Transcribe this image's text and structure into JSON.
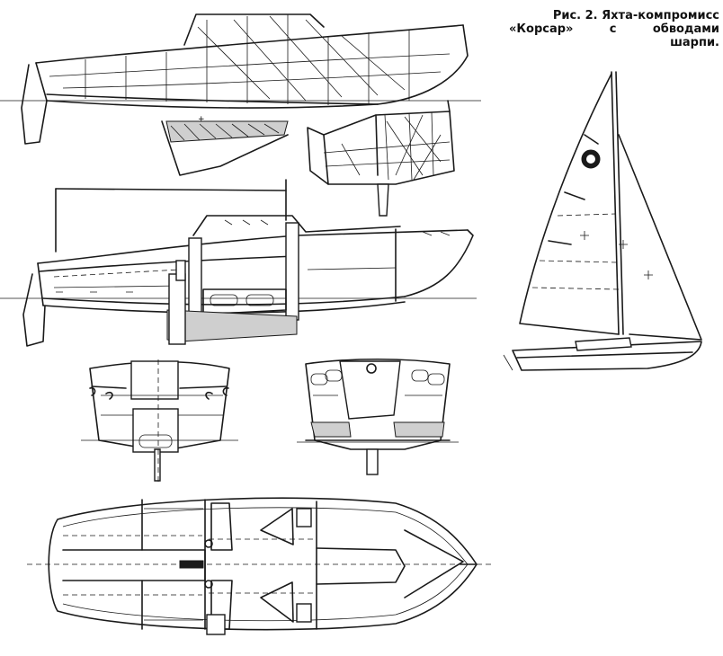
{
  "caption": {
    "line1": "Рис. 2. Яхта-компромисс",
    "line2": "«Корсар» с обводами",
    "line3": "шарпи."
  },
  "figures": [
    {
      "name": "hull-lines-profile"
    },
    {
      "name": "hull-perspective-sketch"
    },
    {
      "name": "longitudinal-section"
    },
    {
      "name": "sail-plan"
    },
    {
      "name": "transverse-section-aft"
    },
    {
      "name": "transverse-section-forward"
    },
    {
      "name": "deck-plan"
    }
  ]
}
